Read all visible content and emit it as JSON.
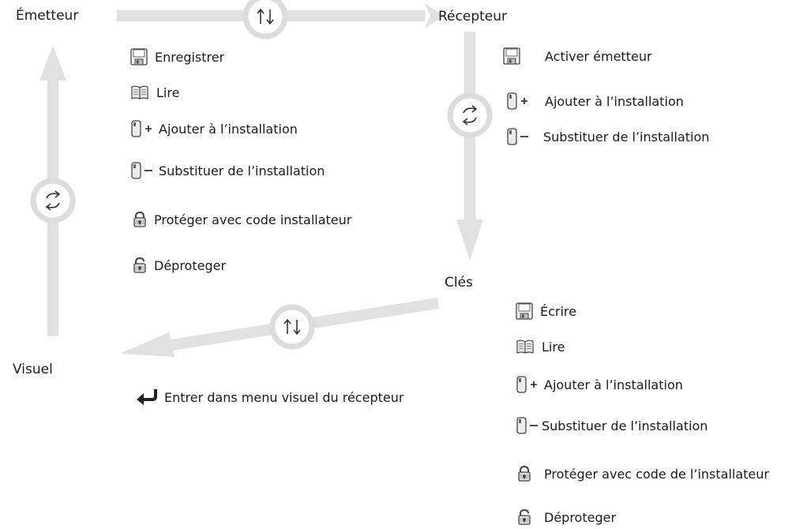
{
  "nodes": {
    "emetteur": "Émetteur",
    "recepteur": "Récepteur",
    "cles": "Clés",
    "visuel": "Visuel"
  },
  "emetteur_menu": [
    {
      "icon": "floppy-disk-icon",
      "label": "Enregistrer"
    },
    {
      "icon": "book-icon",
      "label": "Lire"
    },
    {
      "icon": "remote-add-icon",
      "label": "Ajouter à l’installation"
    },
    {
      "icon": "remote-replace-icon",
      "label": "Substituer de l’installation"
    },
    {
      "icon": "padlock-closed-icon",
      "label": "Protéger avec code installateur"
    },
    {
      "icon": "padlock-open-icon",
      "label": "Déproteger"
    }
  ],
  "recepteur_menu": [
    {
      "icon": "floppy-disk-icon",
      "label": "Activer émetteur"
    },
    {
      "icon": "remote-add-icon",
      "label": "Ajouter à l’installation"
    },
    {
      "icon": "remote-replace-icon",
      "label": "Substituer de l’installation"
    }
  ],
  "cles_menu": [
    {
      "icon": "floppy-disk-icon",
      "label": "Écrire"
    },
    {
      "icon": "book-icon",
      "label": "Lire"
    },
    {
      "icon": "remote-add-icon",
      "label": "Ajouter à l’installation"
    },
    {
      "icon": "remote-replace-icon",
      "label": "Substituer de l’installation"
    },
    {
      "icon": "padlock-closed-icon",
      "label": "Protéger avec code de l’installateur"
    },
    {
      "icon": "padlock-open-icon",
      "label": "Déproteger"
    }
  ],
  "visuel_menu": [
    {
      "icon": "enter-arrow-icon",
      "label": "Entrer dans menu visuel du récepteur"
    }
  ],
  "colors": {
    "arrow": "#e1e1e1",
    "exchange_circle": "#ffffff",
    "exchange_border": "#d8d8d8",
    "exchange_glyph": "#333333",
    "text": "#1a1a1a"
  }
}
